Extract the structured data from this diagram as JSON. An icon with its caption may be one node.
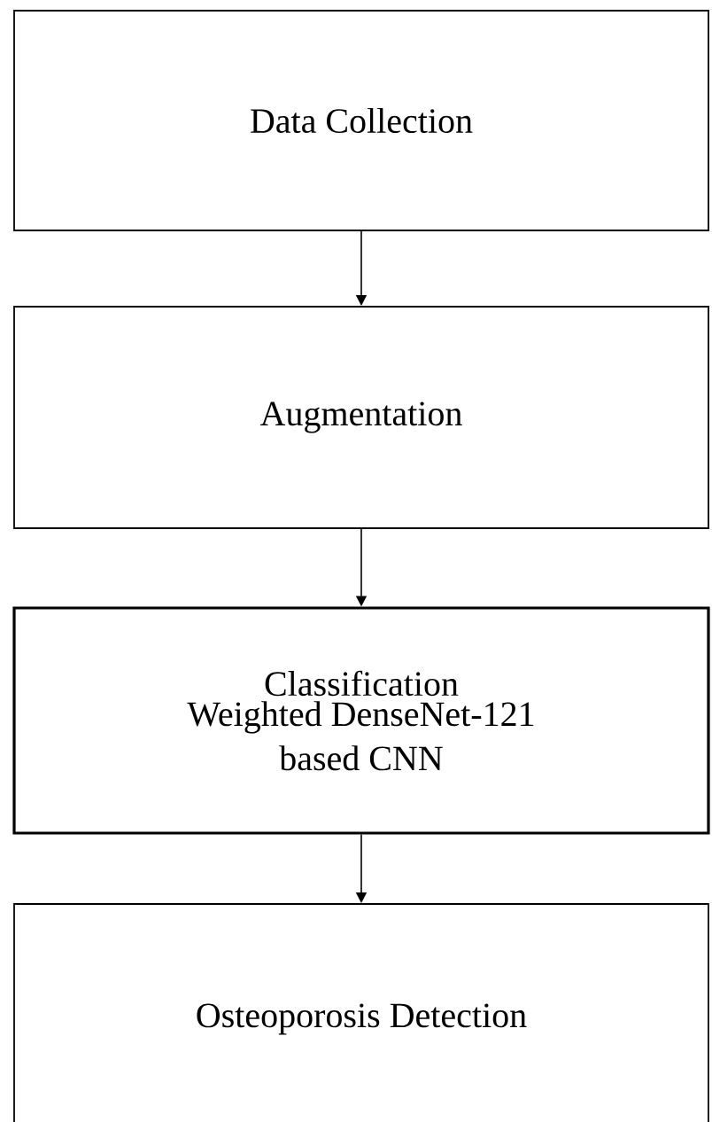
{
  "diagram": {
    "nodes": [
      {
        "text": [
          "Data Collection"
        ]
      },
      {
        "text": [
          "Augmentation"
        ]
      },
      {
        "text": [
          "Classification",
          "Weighted DenseNet-121 based CNN"
        ]
      },
      {
        "text": [
          "Osteoporosis Detection"
        ]
      }
    ],
    "edges": [
      {
        "from": 0,
        "to": 1,
        "arrow": "to"
      },
      {
        "from": 1,
        "to": 2,
        "arrow": "to"
      },
      {
        "from": 2,
        "to": 3,
        "arrow": "to"
      }
    ]
  }
}
